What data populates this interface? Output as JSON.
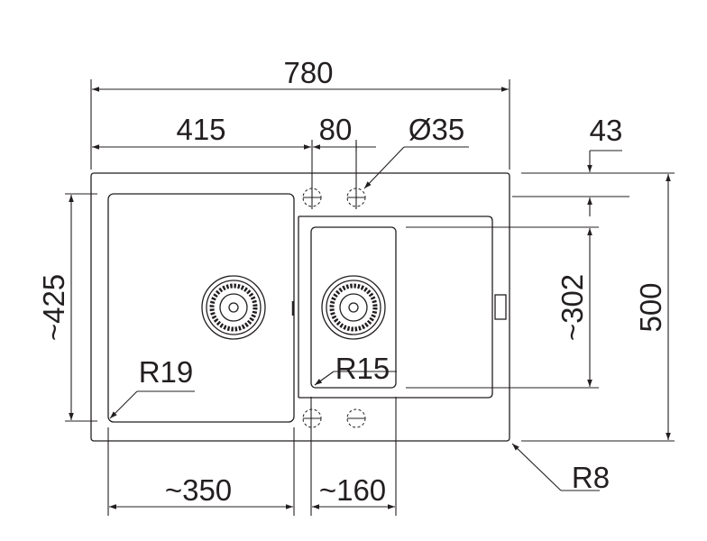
{
  "dimensions": {
    "overall_width": "780",
    "left_bowl_offset": "415",
    "tap_hole_spacing": "80",
    "tap_hole_diameter": "Ø35",
    "top_offset": "43",
    "left_bowl_depth": "~425",
    "right_bowl_depth": "~302",
    "overall_depth": "500",
    "left_bowl_radius": "R19",
    "right_bowl_radius": "R15",
    "corner_radius": "R8",
    "left_bowl_width": "~350",
    "right_bowl_width": "~160"
  },
  "colors": {
    "line": "#231f20",
    "background": "#ffffff"
  }
}
